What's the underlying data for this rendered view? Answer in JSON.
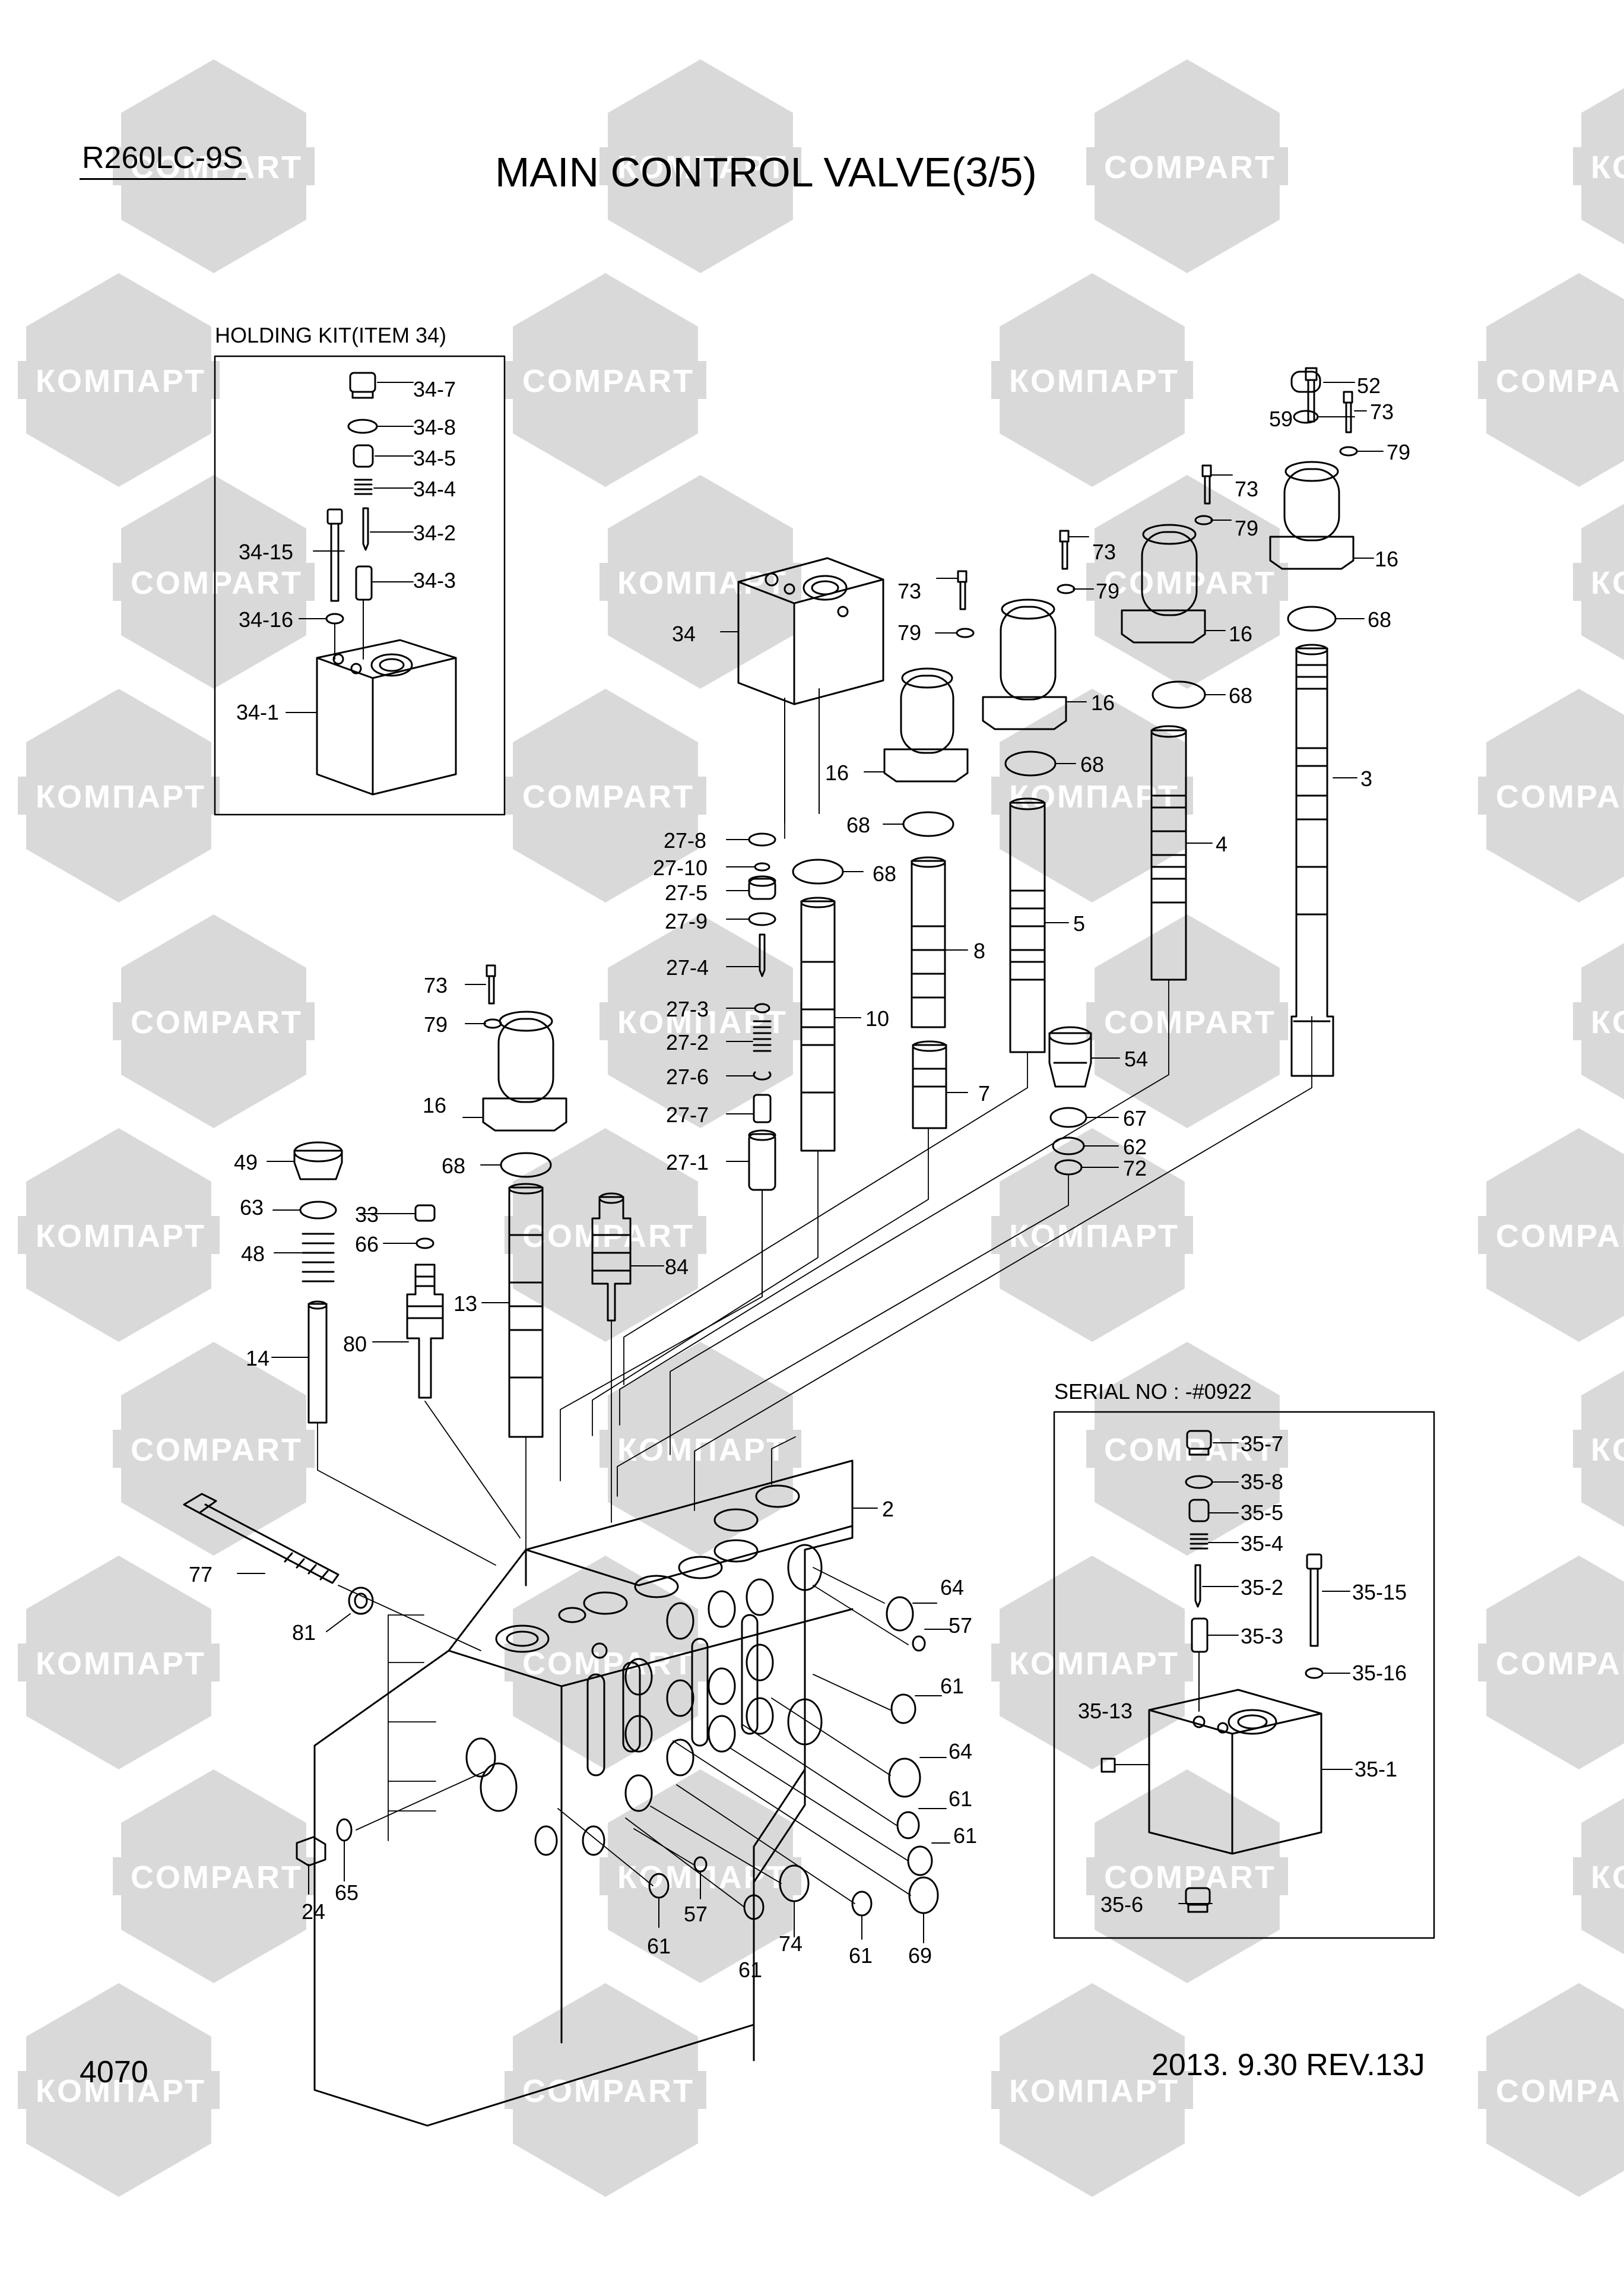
{
  "header": {
    "model": "R260LC-9S",
    "title": "MAIN CONTROL VALVE(3/5)"
  },
  "footer": {
    "page_number": "4070",
    "revision": "2013. 9.30  REV.13J"
  },
  "watermark": {
    "text_latin": "COMPART",
    "text_cyrillic": "КОМПАРТ",
    "color": "#d9d9d9"
  },
  "insets": {
    "holding_kit": {
      "title": "HOLDING KIT(ITEM 34)",
      "labels": [
        "34-7",
        "34-8",
        "34-5",
        "34-4",
        "34-2",
        "34-15",
        "34-3",
        "34-16",
        "34-1"
      ]
    },
    "serial": {
      "title": "SERIAL NO : -#0922",
      "labels": [
        "35-7",
        "35-8",
        "35-5",
        "35-4",
        "35-2",
        "35-15",
        "35-3",
        "35-16",
        "35-13",
        "35-1",
        "35-6"
      ]
    }
  },
  "callouts": [
    "52",
    "73",
    "59",
    "79",
    "73",
    "79",
    "16",
    "68",
    "73",
    "79",
    "16",
    "73",
    "79",
    "16",
    "34",
    "68",
    "3",
    "16",
    "68",
    "27-8",
    "68",
    "27-10",
    "68",
    "27-5",
    "4",
    "27-9",
    "5",
    "8",
    "27-4",
    "10",
    "27-3",
    "27-2",
    "54",
    "27-6",
    "7",
    "27-7",
    "67",
    "62",
    "27-1",
    "72",
    "73",
    "79",
    "16",
    "49",
    "68",
    "63",
    "33",
    "66",
    "84",
    "48",
    "13",
    "80",
    "14",
    "2",
    "77",
    "64",
    "81",
    "57",
    "61",
    "64",
    "61",
    "61",
    "24",
    "65",
    "57",
    "61",
    "74",
    "61",
    "69",
    "61"
  ]
}
